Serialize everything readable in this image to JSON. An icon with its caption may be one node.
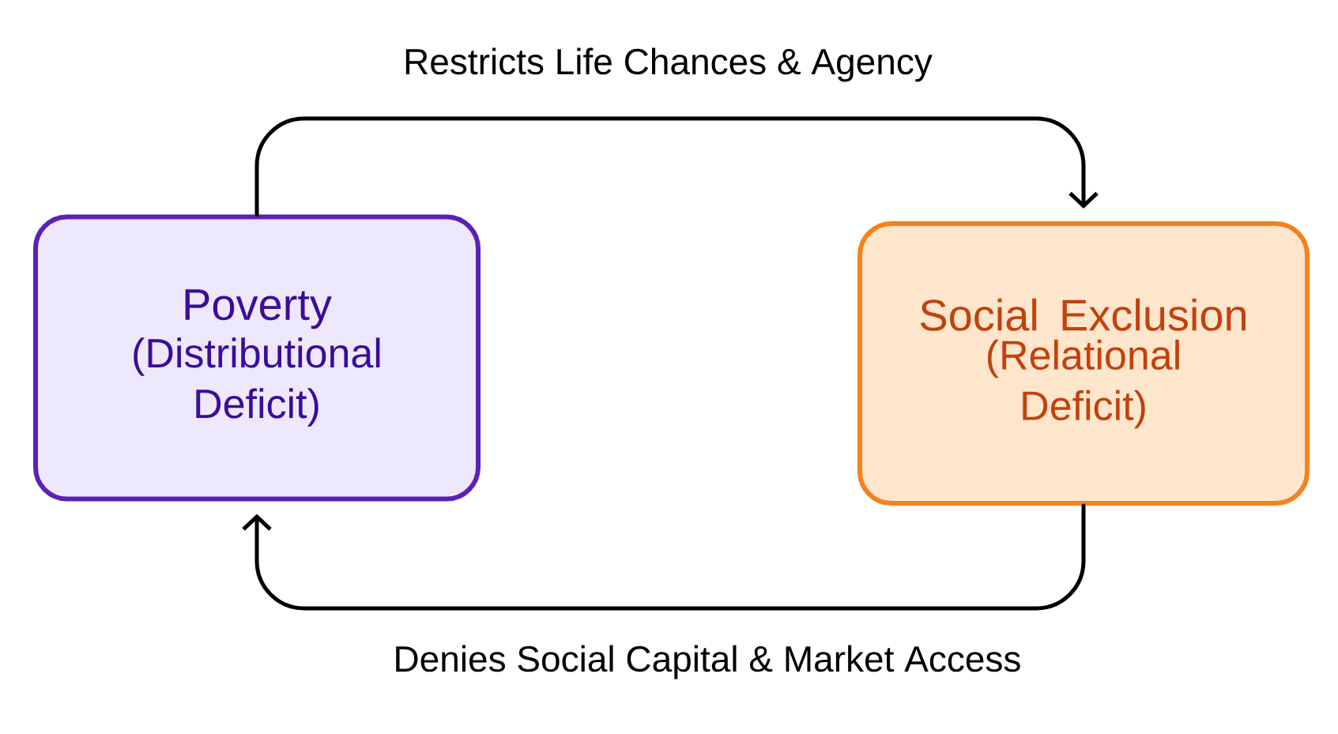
{
  "diagram": {
    "nodes": [
      {
        "text": [
          "Poverty",
          "(Distributional Deficit)"
        ]
      },
      {
        "text": [
          "Social Exclusion",
          "(Relational Deficit)"
        ]
      }
    ],
    "edges": [
      {
        "from": 0,
        "to": 1,
        "arrow": "to",
        "label": "Restricts Life Chances & Agency"
      },
      {
        "from": 1,
        "to": 0,
        "arrow": "to",
        "label": "Denies Social Capital & Market Access"
      }
    ]
  }
}
